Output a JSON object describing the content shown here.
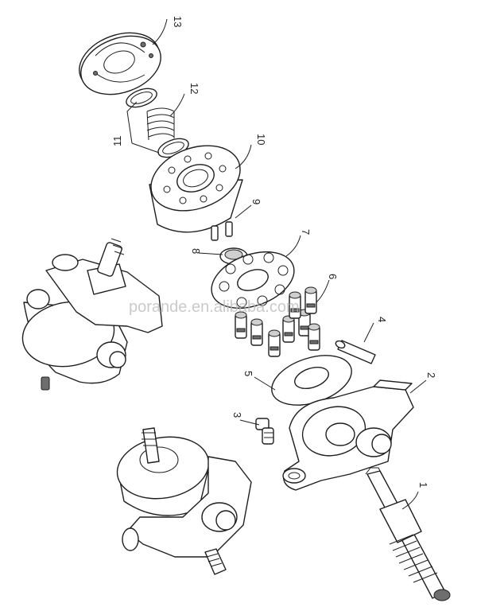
{
  "diagram": {
    "watermark": "porande.en.alibaba.com",
    "callouts": [
      {
        "id": "1",
        "label": "1"
      },
      {
        "id": "2",
        "label": "2"
      },
      {
        "id": "3",
        "label": "3"
      },
      {
        "id": "4",
        "label": "4"
      },
      {
        "id": "5",
        "label": "5"
      },
      {
        "id": "6",
        "label": "6"
      },
      {
        "id": "7",
        "label": "7"
      },
      {
        "id": "8",
        "label": "8"
      },
      {
        "id": "9",
        "label": "9"
      },
      {
        "id": "10",
        "label": "10"
      },
      {
        "id": "11",
        "label": "11"
      },
      {
        "id": "12",
        "label": "12"
      },
      {
        "id": "13",
        "label": "13"
      }
    ]
  }
}
